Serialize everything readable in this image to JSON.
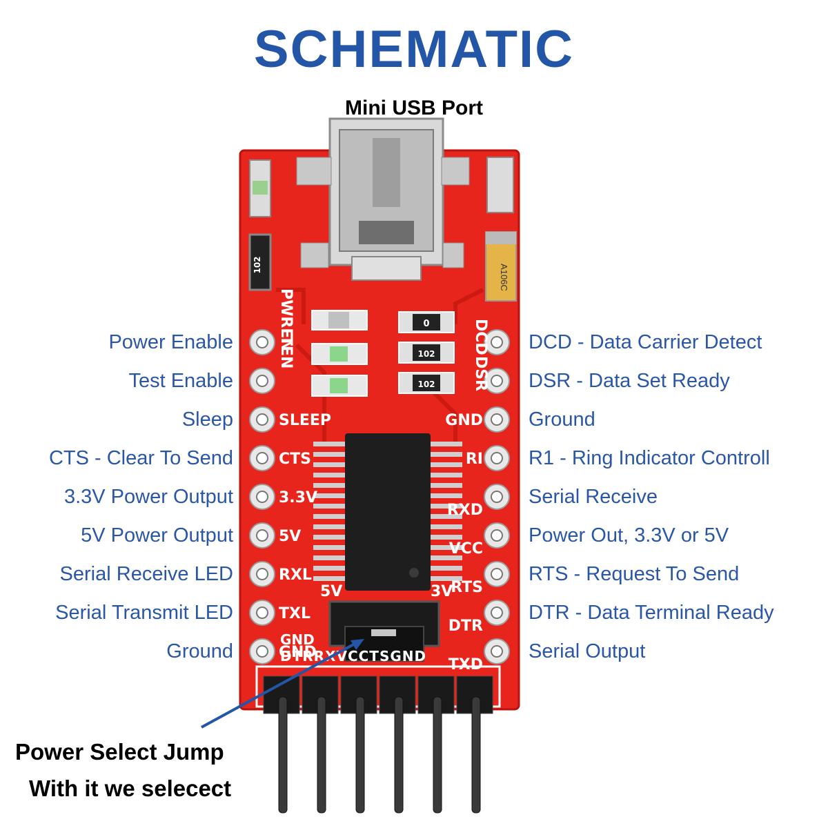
{
  "title": "SCHEMATIC",
  "usb_label": "Mini USB Port",
  "left_pins": [
    {
      "desc": "Power Enable",
      "silk": "PWREN"
    },
    {
      "desc": "Test Enable",
      "silk": "TEN"
    },
    {
      "desc": "Sleep",
      "silk": "SLEEP"
    },
    {
      "desc": "CTS - Clear To Send",
      "silk": "CTS"
    },
    {
      "desc": "3.3V Power Output",
      "silk": "3.3V"
    },
    {
      "desc": "5V Power Output",
      "silk": "5V"
    },
    {
      "desc": "Serial Receive LED",
      "silk": "RXL"
    },
    {
      "desc": "Serial Transmit LED",
      "silk": "TXL"
    },
    {
      "desc": "Ground",
      "silk": "GND"
    }
  ],
  "right_pins": [
    {
      "desc": "DCD - Data Carrier Detect",
      "silk": "DCD"
    },
    {
      "desc": "DSR - Data Set Ready",
      "silk": "DSR"
    },
    {
      "desc": "Ground",
      "silk": "GND"
    },
    {
      "desc": "R1 - Ring Indicator Controll",
      "silk": "RI"
    },
    {
      "desc": "Serial Receive",
      "silk": "RXD"
    },
    {
      "desc": "Power Out, 3.3V or 5V",
      "silk": "VCC"
    },
    {
      "desc": "RTS - Request To Send",
      "silk": "RTS"
    },
    {
      "desc": "DTR - Data Terminal Ready",
      "silk": "DTR"
    },
    {
      "desc": "Serial Output",
      "silk": "TXD"
    }
  ],
  "board_silk": {
    "jumper_5v": "5V",
    "jumper_3v": "3V",
    "bottom_gnd_left": "GND",
    "bottom_row": "DTRRXVCCTSGND",
    "bottom_gnd_right": "GND",
    "resistor_1": "0",
    "resistor_2": "102",
    "resistor_3": "102",
    "resistor_left": "102",
    "capacitor": "A106C"
  },
  "note": {
    "line1": "Power Select Jump",
    "line2": "With it we selecect"
  },
  "colors": {
    "title": "#2456a8",
    "labels": "#2a56a8",
    "board": "#e8251c",
    "arrow": "#2456a8"
  }
}
